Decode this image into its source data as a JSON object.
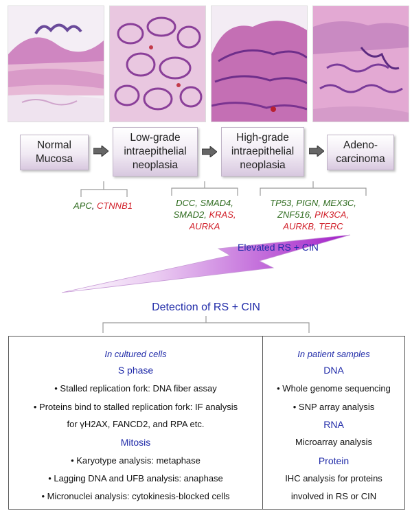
{
  "stages": [
    {
      "label_lines": [
        "Normal",
        "Mucosa"
      ]
    },
    {
      "label_lines": [
        "Low-grade",
        "intraepithelial",
        "neoplasia"
      ]
    },
    {
      "label_lines": [
        "High-grade",
        "intraepithelial",
        "neoplasia"
      ]
    },
    {
      "label_lines": [
        "Adeno-",
        "carcinoma"
      ]
    }
  ],
  "genes": {
    "g1": [
      [
        {
          "t": "APC",
          "c": "green"
        },
        {
          "t": ", ",
          "c": "dark"
        },
        {
          "t": "CTNNB1",
          "c": "red"
        }
      ]
    ],
    "g2": [
      [
        {
          "t": "DCC, SMAD4,",
          "c": "green"
        }
      ],
      [
        {
          "t": "SMAD2, ",
          "c": "green"
        },
        {
          "t": "KRAS,",
          "c": "red"
        }
      ],
      [
        {
          "t": "AURKA",
          "c": "red"
        }
      ]
    ],
    "g3": [
      [
        {
          "t": "TP53, PIGN, MEX3C,",
          "c": "green"
        }
      ],
      [
        {
          "t": "ZNF516, ",
          "c": "green"
        },
        {
          "t": "PIK3CA,",
          "c": "red"
        }
      ],
      [
        {
          "t": "AURKB, TERC",
          "c": "red"
        }
      ]
    ]
  },
  "rs_label": "Elevated RS + CIN",
  "detection_title": "Detection of RS + CIN",
  "cultured": {
    "header": "In cultured cells",
    "s_phase": "S phase",
    "s_items": [
      "•  Stalled replication fork: DNA fiber assay",
      "•  Proteins bind to stalled replication fork: IF analysis",
      "for γH2AX, FANCD2, and RPA etc."
    ],
    "mitosis": "Mitosis",
    "m_items": [
      "•  Karyotype analysis: metaphase",
      "•  Lagging DNA  and UFB analysis: anaphase",
      "•  Micronuclei analysis: cytokinesis-blocked cells"
    ]
  },
  "patient": {
    "header": "In patient samples",
    "dna": "DNA",
    "dna_items": [
      "•  Whole genome sequencing",
      "•  SNP array analysis"
    ],
    "rna": "RNA",
    "rna_items": [
      "Microarray analysis"
    ],
    "protein": "Protein",
    "protein_items": [
      "IHC analysis for proteins",
      "involved in RS or CIN"
    ]
  },
  "colors": {
    "title_blue": "#1f2aa8",
    "gene_green": "#2e6b1e",
    "gene_red": "#d1202a",
    "wedge_purple": "#a020c8"
  }
}
